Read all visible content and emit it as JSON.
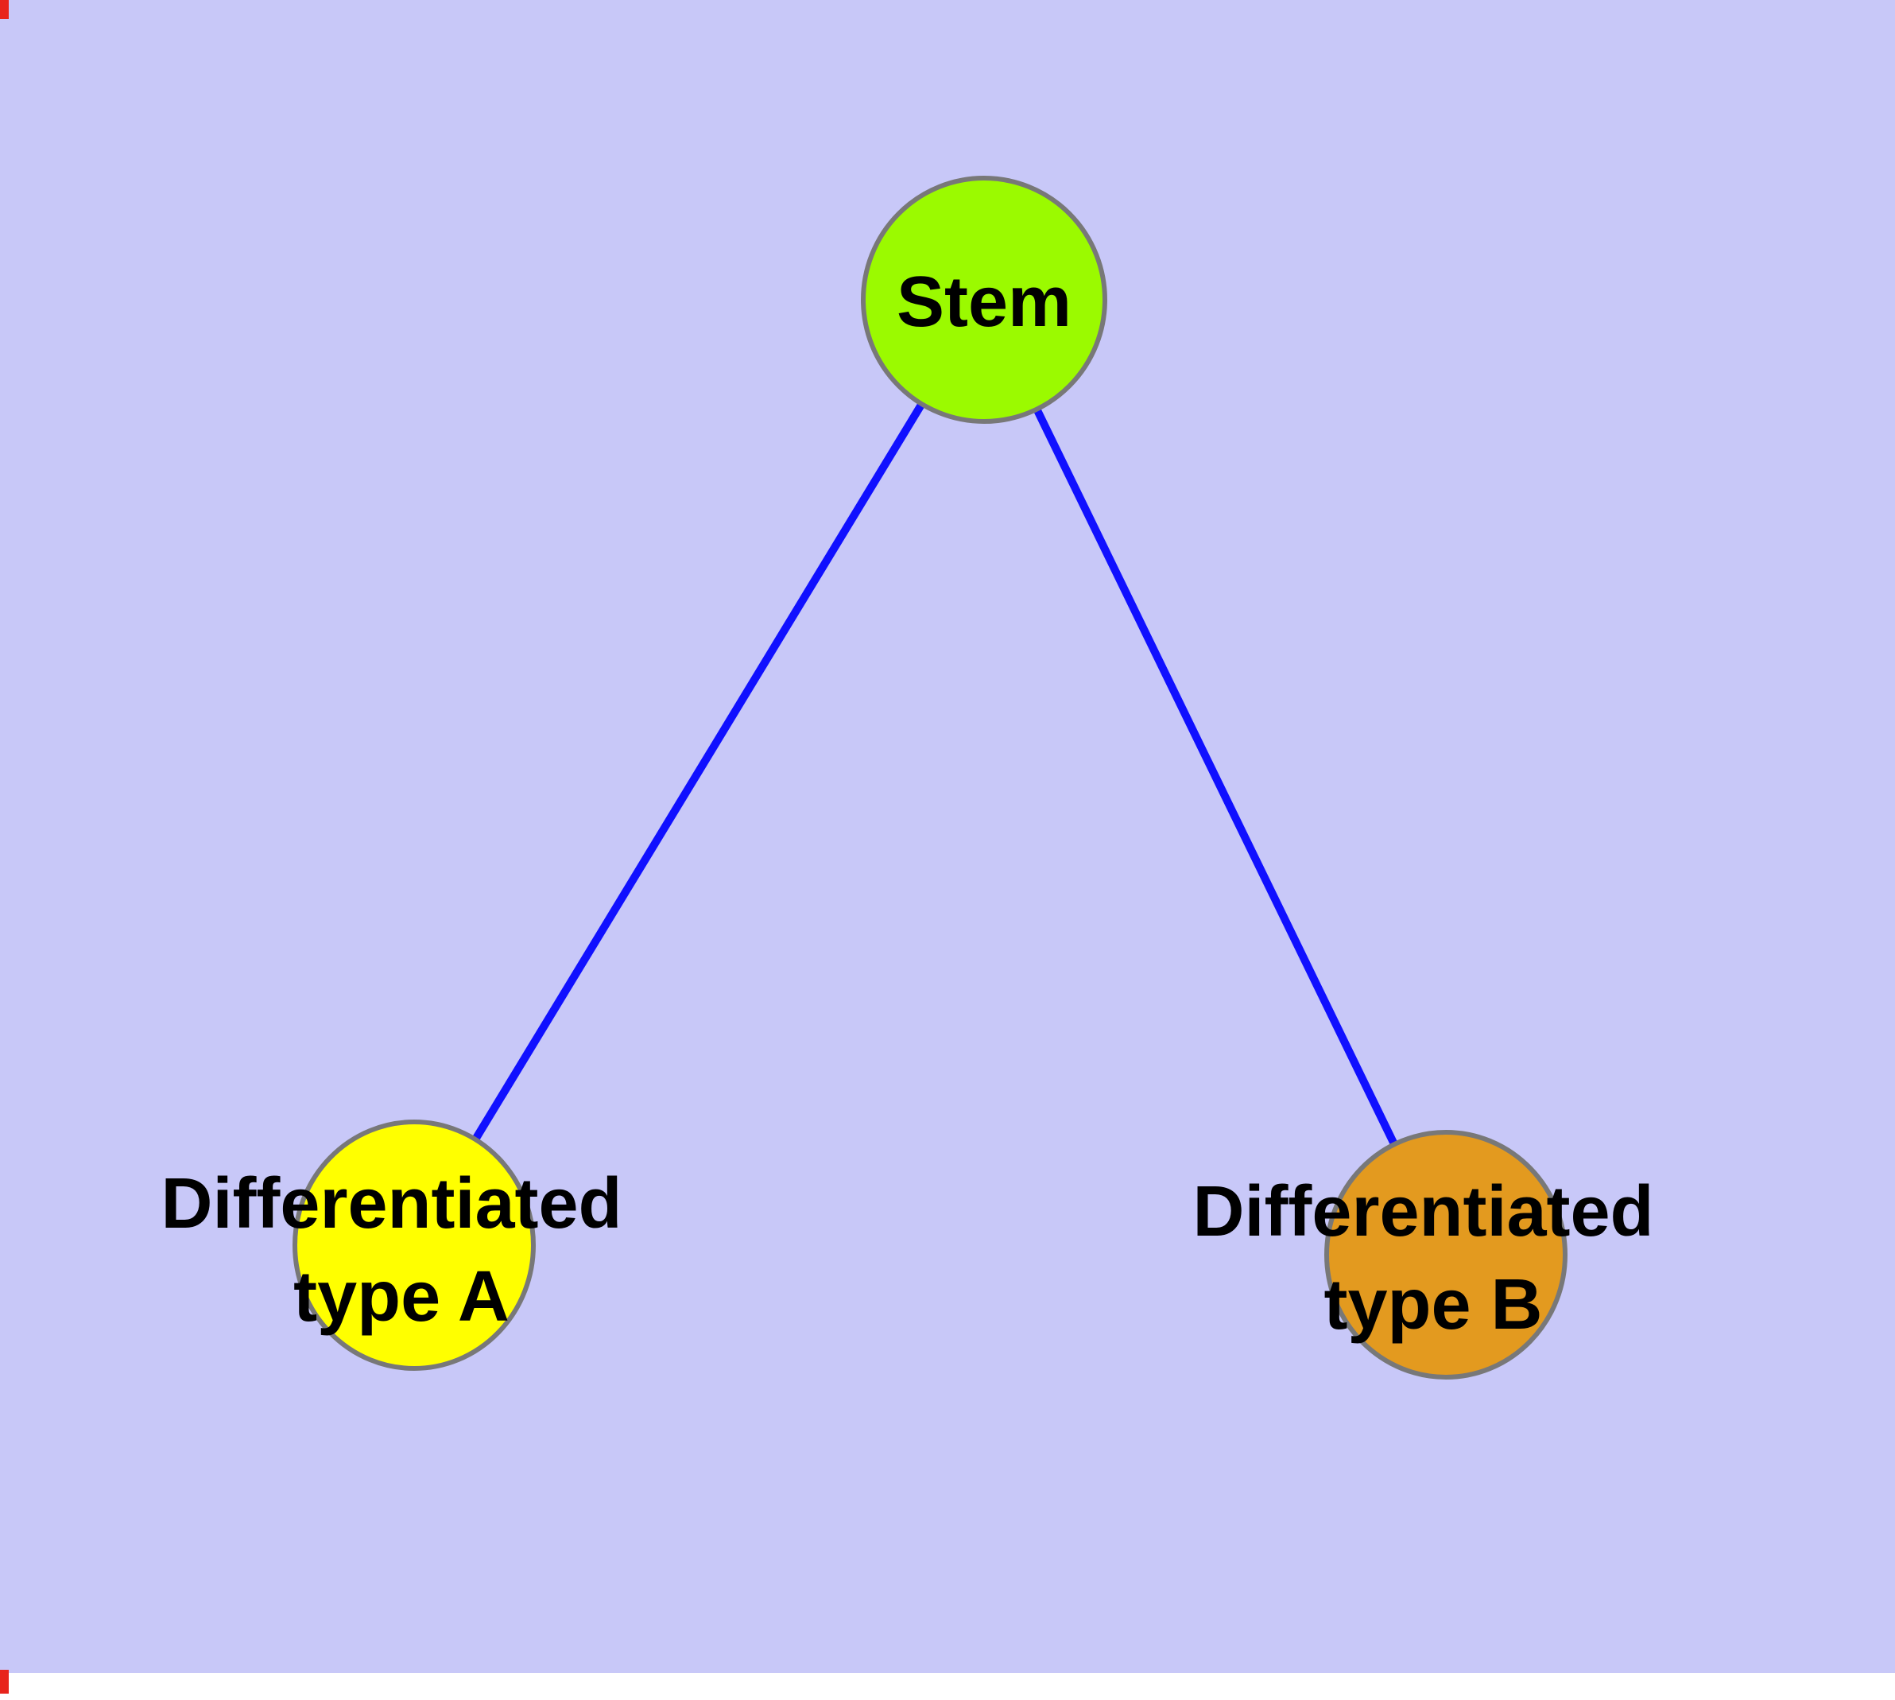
{
  "background_color": "#C8C8F8",
  "bottom_strip_color": "#FFFFFF",
  "artifact_color": "#E8241C",
  "label_color": "#000000",
  "node_border": {
    "color": "#787878"
  },
  "edge": {
    "color": "#1010FF"
  },
  "nodes": {
    "stem": {
      "label": "Stem",
      "fill": "#9BFA00"
    },
    "type_a": {
      "label_line1": "Differentiated",
      "label_line2": "type A",
      "fill": "#FFFF00"
    },
    "type_b": {
      "label_line1": "Differentiated",
      "label_line2": "type B",
      "fill": "#E39A1F"
    }
  },
  "edges": [
    {
      "from": "Stem",
      "to": "Differentiated type A"
    },
    {
      "from": "Stem",
      "to": "Differentiated type B"
    }
  ]
}
